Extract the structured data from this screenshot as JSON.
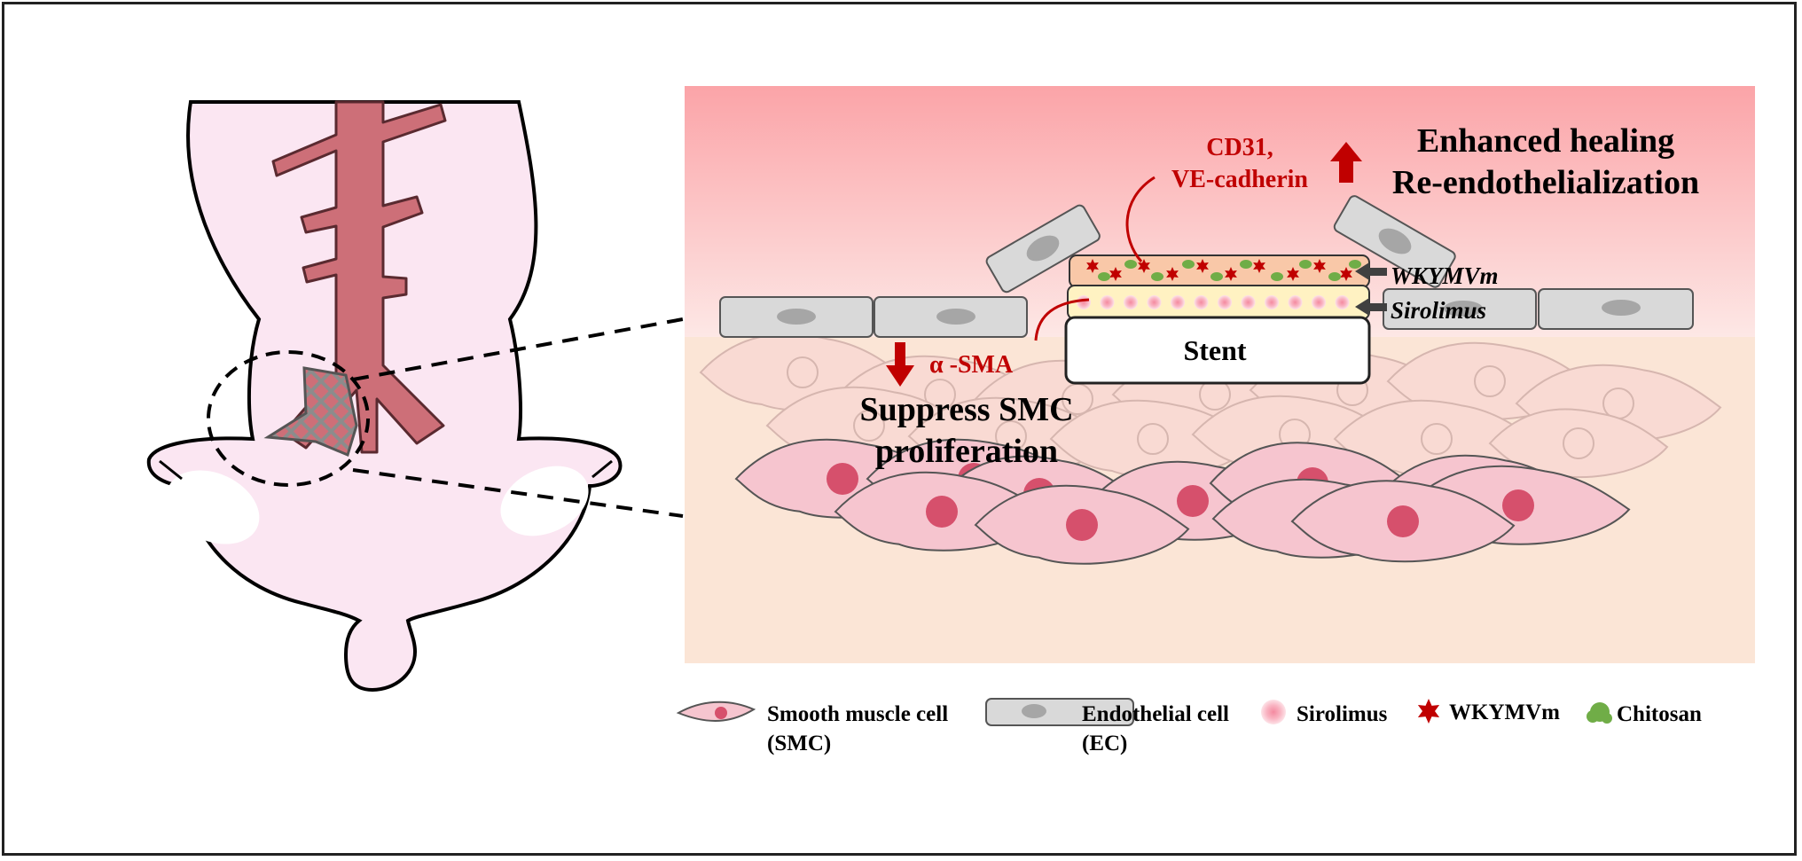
{
  "labels": {
    "cd31": "CD31,",
    "ve_cadherin": "VE-cadherin",
    "healing_line1": "Enhanced healing",
    "healing_line2": "Re-endothelialization",
    "wkymvm_layer": "WKYMVm",
    "sirolimus_layer": "Sirolimus",
    "stent": "Stent",
    "alpha_sma": "α -SMA",
    "suppress_line1": "Suppress SMC",
    "suppress_line2": "proliferation"
  },
  "legend": {
    "smc_line1": "Smooth muscle cell",
    "smc_line2": "(SMC)",
    "ec_line1": "Endothelial cell",
    "ec_line2": "(EC)",
    "sirolimus": "Sirolimus",
    "wkymvm": "WKYMVm",
    "chitosan": "Chitosan"
  },
  "colors": {
    "accent_red": "#c00000",
    "dark_red": "#b00000",
    "vessel": "#cd6f78",
    "body_pink": "#fbe6f2",
    "smc_fill": "#f6c5cf",
    "smc_nucleus": "#d6506c",
    "ec_fill": "#d9d9d9",
    "ec_nucleus": "#a6a6a6",
    "chitosan": "#70ad47",
    "sirolimus_layer": "#fff2c2",
    "wkymvm_layer": "#f9c8a8"
  },
  "icons": {
    "up_arrow": "up-arrow-icon",
    "down_arrow": "down-arrow-icon",
    "pointer_arrow": "left-arrow-icon"
  }
}
